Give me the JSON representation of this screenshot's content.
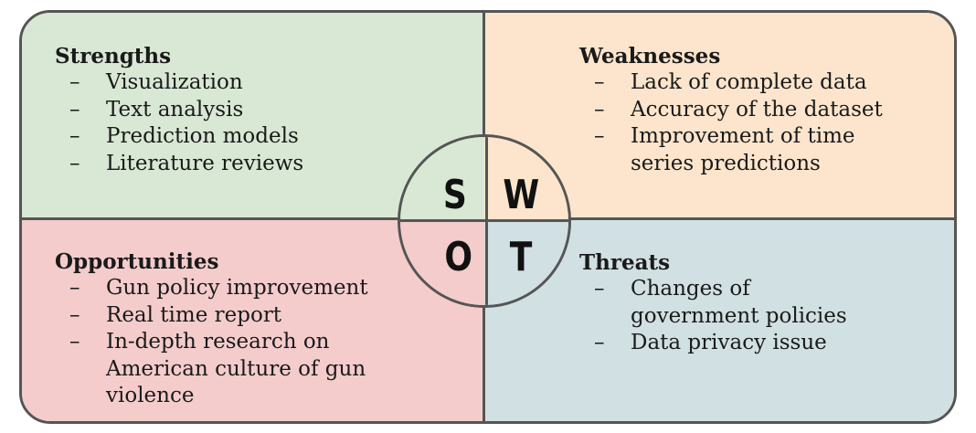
{
  "colors": {
    "strengths_bg": "#d8e8d4",
    "weaknesses_bg": "#fce5cc",
    "opportunities_bg": "#f4cccc",
    "threats_bg": "#d0e0e3",
    "border": "#555555"
  },
  "strengths": {
    "title": "Strengths",
    "items": [
      "Visualization",
      "Text analysis",
      "Prediction models",
      "Literature reviews"
    ]
  },
  "weaknesses": {
    "title": "Weaknesses",
    "items": [
      "Lack of complete data",
      "Accuracy of the dataset",
      "Improvement of time",
      "series predictions"
    ]
  },
  "opportunities": {
    "title": "Opportunities",
    "items": [
      "Gun policy improvement",
      "Real time report",
      "In-depth research on",
      "American culture of gun",
      "violence"
    ]
  },
  "threats": {
    "title": "Threats",
    "items": [
      "Changes of",
      "government policies",
      "Data privacy issue"
    ]
  },
  "letters": {
    "s": "S",
    "w": "W",
    "o": "O",
    "t": "T"
  },
  "bullet": "–"
}
